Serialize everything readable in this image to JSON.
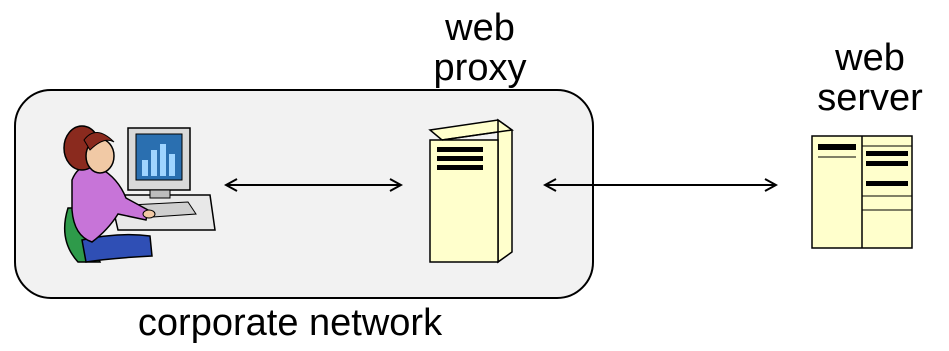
{
  "labels": {
    "proxy_line1": "web",
    "proxy_line2": "proxy",
    "server_line1": "web",
    "server_line2": "server",
    "network": "corporate network"
  },
  "colors": {
    "background": "#ffffff",
    "network_box_fill": "#f2f2f2",
    "server_fill": "#ffffcc",
    "outline": "#000000"
  },
  "icons": [
    "user-at-computer-icon",
    "proxy-server-tower-icon",
    "web-server-cabinet-icon"
  ]
}
